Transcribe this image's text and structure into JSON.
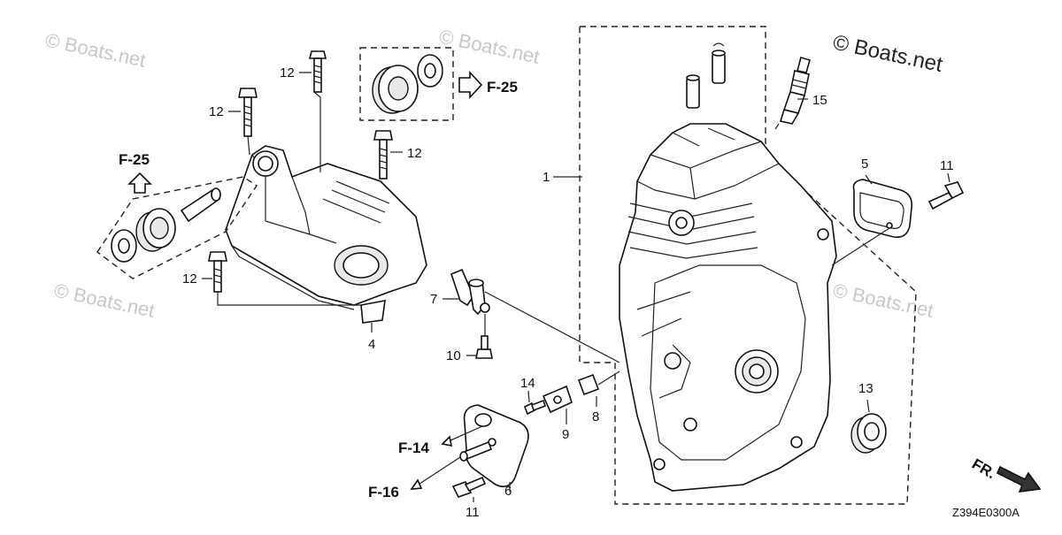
{
  "watermark": "© Boats.net",
  "watermark_main": "© Boats.net",
  "diagram_code": "Z394E0300A",
  "direction_label": "FR.",
  "refs": {
    "f25_top": "F-25",
    "f25_left": "F-25",
    "f14": "F-14",
    "f16": "F-16"
  },
  "callouts": {
    "c1": "1",
    "c4": "4",
    "c5": "5",
    "c6": "6",
    "c7": "7",
    "c8": "8",
    "c9": "9",
    "c10": "10",
    "c11a": "11",
    "c11b": "11",
    "c12a": "12",
    "c12b": "12",
    "c12c": "12",
    "c12d": "12",
    "c13": "13",
    "c14": "14",
    "c15": "15"
  },
  "colors": {
    "line": "#222222",
    "watermark": "#c8c8c8",
    "background": "#ffffff"
  }
}
